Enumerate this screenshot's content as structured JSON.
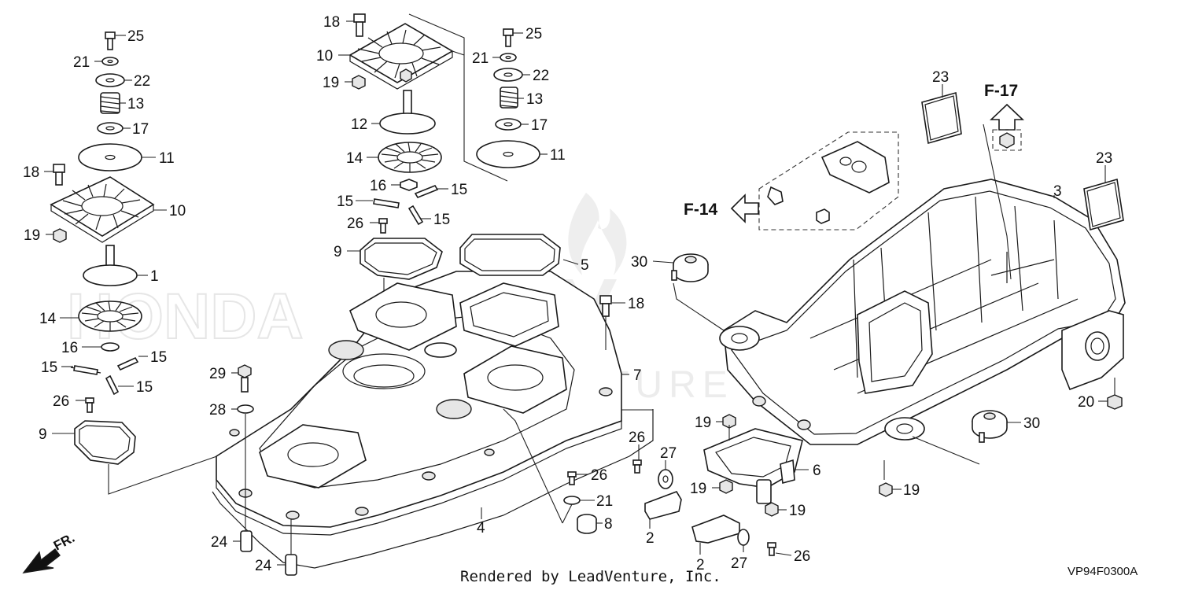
{
  "watermark": {
    "brand": "LEADVENTURE",
    "outline": "HONDA"
  },
  "callouts": {
    "c25a": "25",
    "c21a": "21",
    "c22a": "22",
    "c13a": "13",
    "c17a": "17",
    "c11a": "11",
    "c18a": "18",
    "c10a": "10",
    "c19a": "19",
    "c1": "1",
    "c14a": "14",
    "c16a": "16",
    "c15a": "15",
    "c15b": "15",
    "c15c": "15",
    "c26a": "26",
    "c9a": "9",
    "c18b": "18",
    "c10b": "10",
    "c19b": "19",
    "c12": "12",
    "c14b": "14",
    "c16b": "16",
    "c15d": "15",
    "c15e": "15",
    "c15f": "15",
    "c26b": "26",
    "c9b": "9",
    "c25b": "25",
    "c21b": "21",
    "c22b": "22",
    "c13b": "13",
    "c17b": "17",
    "c11b": "11",
    "c5": "5",
    "c30a": "30",
    "c18c": "18",
    "c7": "7",
    "c29": "29",
    "c28": "28",
    "c24a": "24",
    "c24b": "24",
    "c4": "4",
    "c26c": "26",
    "c27a": "27",
    "c2a": "2",
    "c26d": "26",
    "c21c": "21",
    "c8": "8",
    "c19c": "19",
    "c6": "6",
    "c19d": "19",
    "c19e": "19",
    "c2b": "2",
    "c27b": "27",
    "c26e": "26",
    "c19f": "19",
    "c30b": "30",
    "c20": "20",
    "c3": "3",
    "c23a": "23",
    "c23b": "23"
  },
  "refs": {
    "f14": "F-14",
    "f17": "F-17"
  },
  "direction": {
    "label": "FR."
  },
  "footer": {
    "credit": "Rendered by LeadVenture, Inc.",
    "diagram_code": "VP94F0300A"
  },
  "colors": {
    "line": "#1a1a1a",
    "background": "#ffffff",
    "watermark": "#eeeeee"
  }
}
